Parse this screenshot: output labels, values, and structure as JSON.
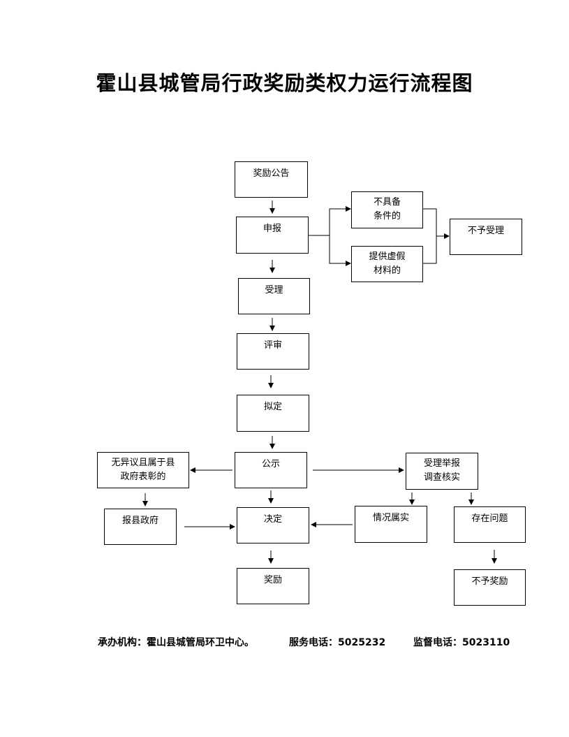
{
  "title": "霍山县城管局行政奖励类权力运行流程图",
  "nodes": {
    "announce": "奖励公告",
    "apply": "申报",
    "not_qualified": [
      "不具备",
      "条件的"
    ],
    "false_material": [
      "提供虚假",
      "材料的"
    ],
    "reject_accept": "不予受理",
    "accept": "受理",
    "review": "评审",
    "draft": "拟定",
    "publicize": "公示",
    "no_objection": [
      "无异议且属于县",
      "政府表彰的"
    ],
    "report_gov": "报县政府",
    "decide": "决定",
    "reward": "奖励",
    "handle_report": [
      "受理举报",
      "调查核实"
    ],
    "fact_true": "情况属实",
    "has_problem": "存在问题",
    "no_reward": "不予奖励"
  },
  "footer": {
    "org": "承办机构：霍山县城管局环卫中心。",
    "service": "服务电话：5025232",
    "supervise": "监督电话：5023110"
  }
}
